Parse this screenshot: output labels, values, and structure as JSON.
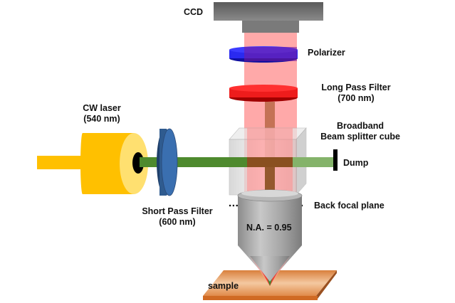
{
  "diagram": {
    "title": "Optical setup: CW laser excitation with objective and CCD detection",
    "labels": {
      "ccd": "CCD",
      "polarizer": "Polarizer",
      "long_pass_line1": "Long Pass Filter",
      "long_pass_line2": "(700 nm)",
      "laser_line1": "CW laser",
      "laser_line2": "(540 nm)",
      "beamsplitter_line1": "Broadband",
      "beamsplitter_line2": "Beam splitter cube",
      "dump": "Dump",
      "short_pass_line1": "Short Pass Filter",
      "short_pass_line2": "(600 nm)",
      "back_focal_plane": "Back focal plane",
      "objective_na": "N.A. = 0.95",
      "sample": "sample"
    },
    "colors": {
      "ccd": "#5f5f5f",
      "emission_beam": "#ff9a9a",
      "excitation_beam": "#4e8a2e",
      "polarizer": "#2222ee",
      "long_pass_filter": "#ee1c1c",
      "short_pass_filter": "#2f5b8f",
      "laser_body": "#ffc000",
      "objective": "#9a9a9a",
      "sample": "#e08a4a",
      "dump": "#000000"
    }
  }
}
